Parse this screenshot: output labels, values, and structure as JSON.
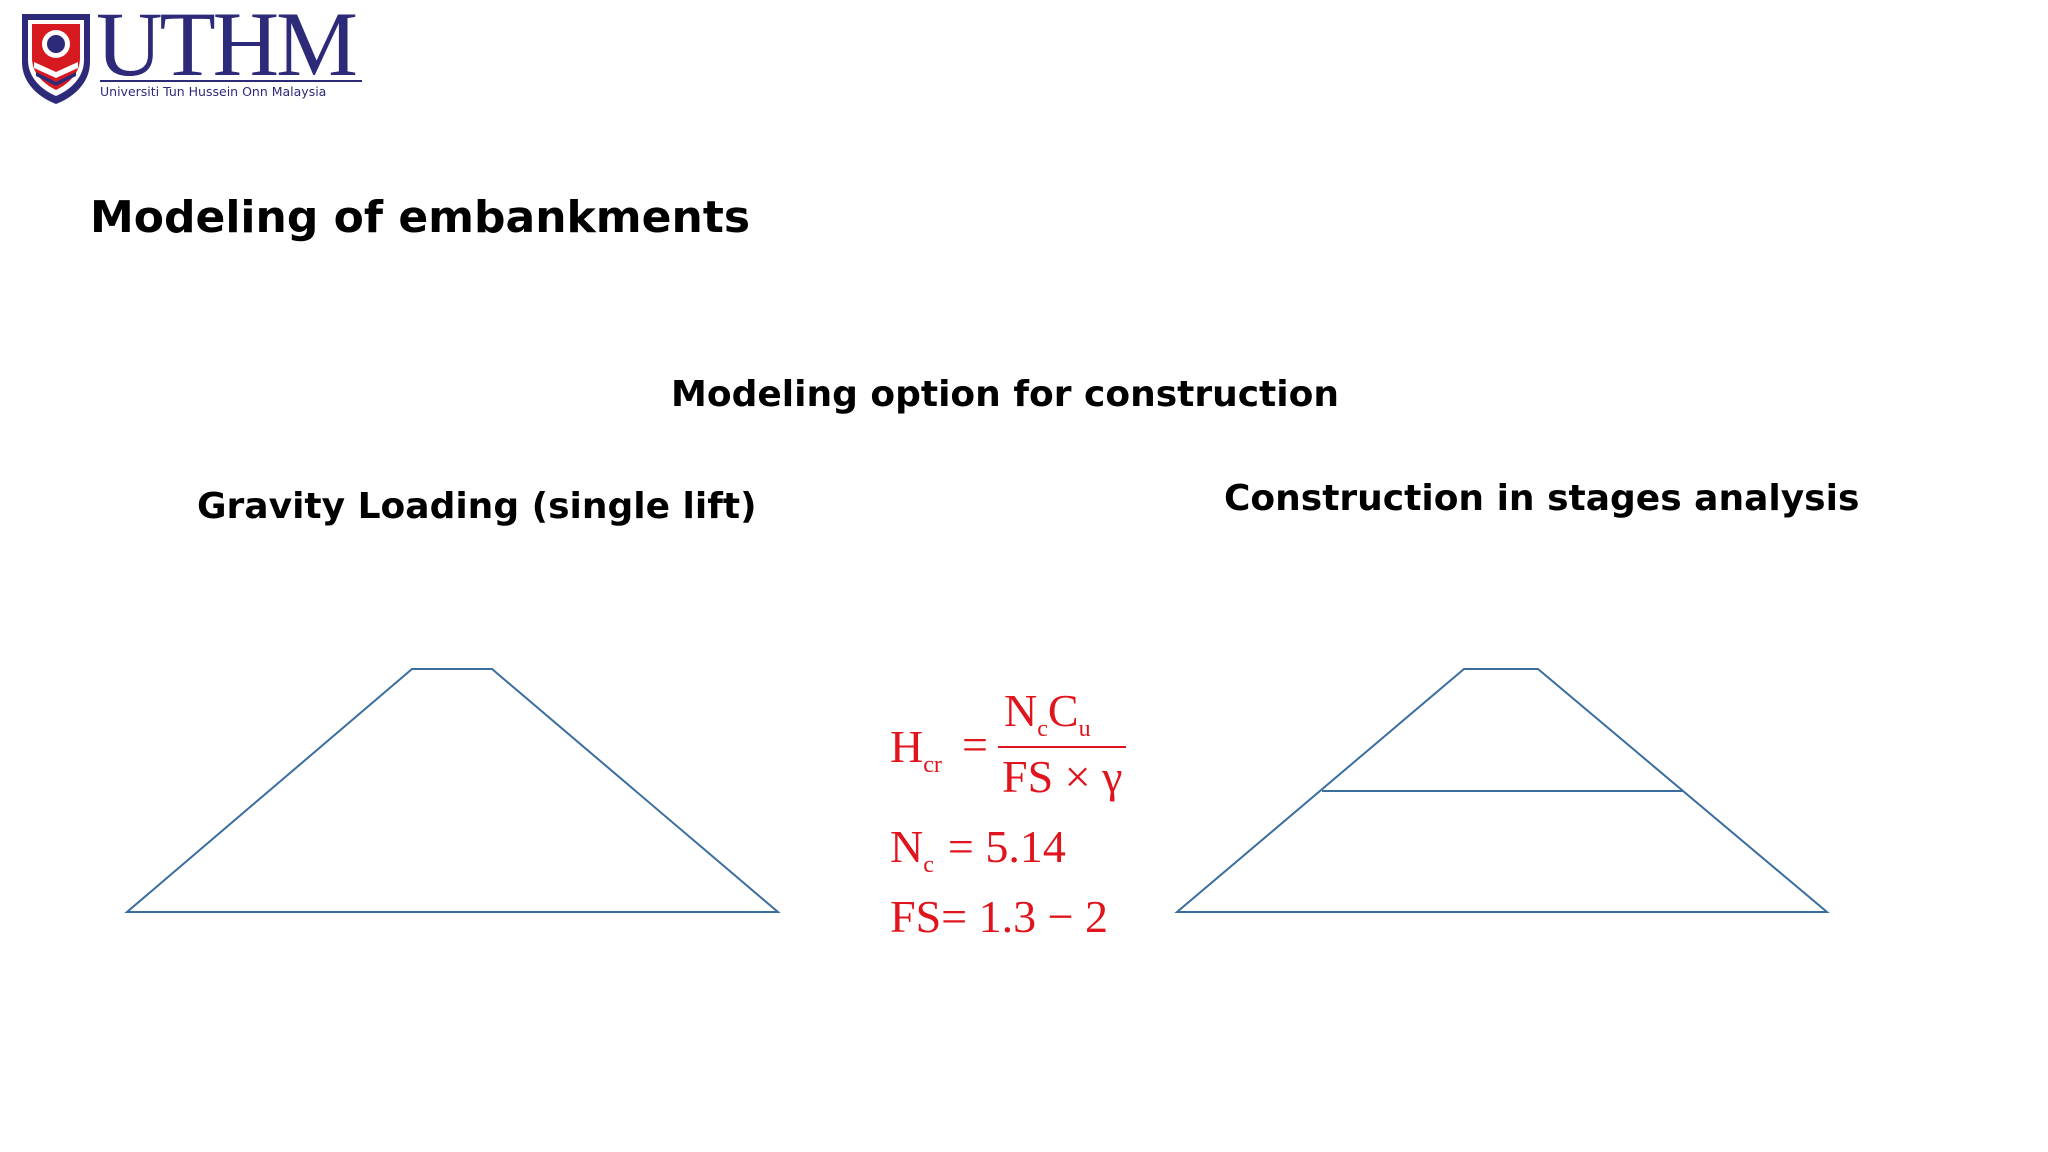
{
  "logo": {
    "wordmark": "UTHM",
    "subtitle": "Universiti Tun Hussein Onn Malaysia",
    "colors": {
      "navy": "#2e2a7a",
      "red": "#d71920",
      "white": "#ffffff"
    }
  },
  "slide": {
    "title": "Modeling of embankments",
    "subtitle": "Modeling option for construction",
    "left_title": "Gravity Loading (single lift)",
    "right_title": "Construction in stages analysis"
  },
  "equations": {
    "hcr_lhs": "H",
    "hcr_lhs_sub": "cr",
    "equals": "=",
    "numerator_n": "N",
    "numerator_n_sub": "c",
    "numerator_c": "C",
    "numerator_c_sub": "u",
    "denominator": "FS × γ",
    "nc_lhs": "N",
    "nc_lhs_sub": "c",
    "nc_rhs": "= 5.14",
    "fs_lhs": "FS",
    "fs_rhs": "= 1.3 − 2",
    "color": "#e0141c"
  },
  "diagram": {
    "line_color": "#3a6e9e",
    "left_embankment": "single lift trapezoid",
    "right_embankment": "two-stage trapezoid"
  }
}
